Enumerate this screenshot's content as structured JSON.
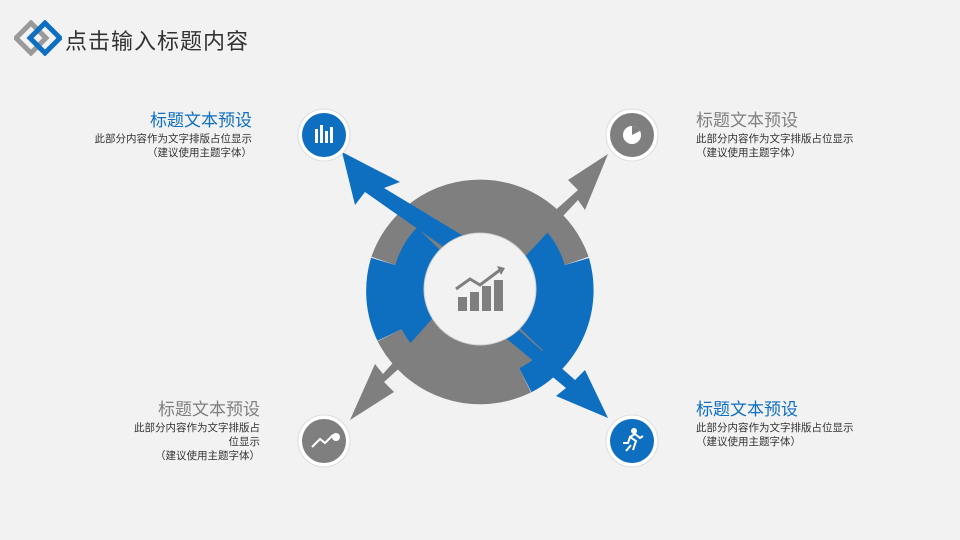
{
  "header": {
    "title": "点击输入标题内容"
  },
  "colors": {
    "blue": "#0e6fc1",
    "gray": "#7f7f7f",
    "background": "#f2f2f2"
  },
  "center": {
    "icon": "growth-chart-icon"
  },
  "items": [
    {
      "position": "top-left",
      "heading": "标题文本预设",
      "body": "此部分内容作为文字排版占位显示",
      "note": "（建议使用主题字体）",
      "icon": "bar-chart-icon",
      "color": "blue"
    },
    {
      "position": "top-right",
      "heading": "标题文本预设",
      "body": "此部分内容作为文字排版占位显示",
      "note": "（建议使用主题字体）",
      "icon": "pie-chart-icon",
      "color": "gray"
    },
    {
      "position": "bottom-left",
      "heading": "标题文本预设",
      "body": "此部分内容作为文字排版占位显示",
      "note": "（建议使用主题字体）",
      "icon": "trend-line-icon",
      "color": "gray"
    },
    {
      "position": "bottom-right",
      "heading": "标题文本预设",
      "body": "此部分内容作为文字排版占位显示",
      "note": "（建议使用主题字体）",
      "icon": "runner-icon",
      "color": "blue"
    }
  ]
}
